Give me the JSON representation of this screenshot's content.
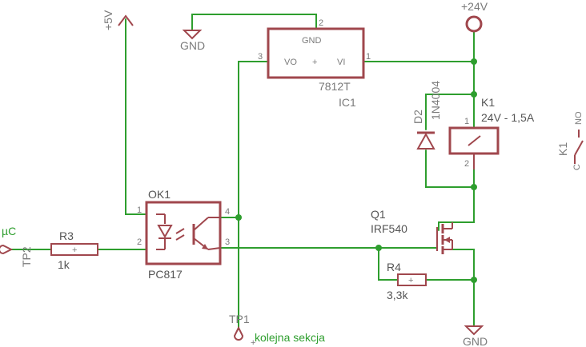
{
  "nets": {
    "plus5v": "+5V",
    "plus24v": "+24V",
    "gnd_top": "GND",
    "gnd_bottom": "GND",
    "uc": "µC",
    "next_section": "kolejna sekcja"
  },
  "ic1": {
    "gnd": "GND",
    "vo": "VO",
    "plus": "+",
    "vi": "VI",
    "pin1": "1",
    "pin2": "2",
    "pin3": "3",
    "value": "7812T",
    "name": "IC1"
  },
  "k1": {
    "name": "K1",
    "value": "24V - 1,5A",
    "pin1": "1",
    "pin2": "2",
    "contact_name": "K1",
    "contact_c": "C",
    "contact_no": "NO"
  },
  "d2": {
    "name": "D2",
    "value": "1N4004"
  },
  "ok1": {
    "name": "OK1",
    "value": "PC817",
    "pin1": "1",
    "pin2": "2",
    "pin3": "3",
    "pin4": "4"
  },
  "r3": {
    "name": "R3",
    "value": "1k",
    "sign": "+"
  },
  "r4": {
    "name": "R4",
    "value": "3,3k",
    "sign": "+"
  },
  "q1": {
    "name": "Q1",
    "value": "IRF540"
  },
  "tp1": {
    "name": "TP1"
  },
  "tp2": {
    "name": "TP2"
  },
  "colors": {
    "wire": "#2e9e2e",
    "part": "#a0474d",
    "label": "#7a7a7a"
  }
}
